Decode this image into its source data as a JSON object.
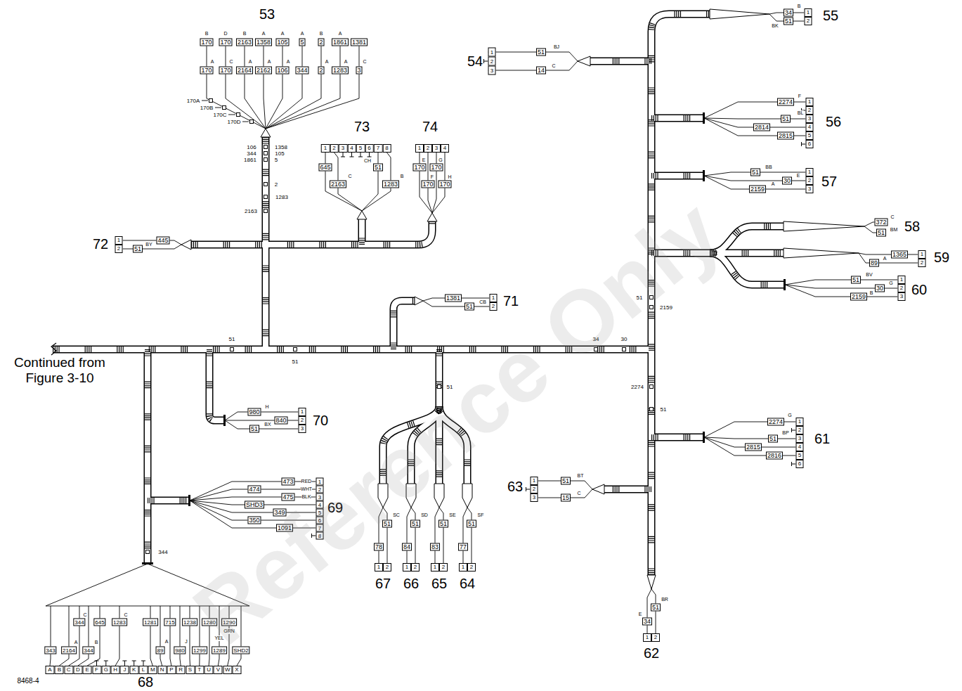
{
  "diagram": {
    "labels": [
      "53",
      "170",
      "170",
      "2163",
      "1358",
      "105",
      "5",
      "2",
      "1861",
      "1381",
      "B",
      "D",
      "B",
      "A",
      "A",
      "A",
      "B",
      "A",
      "170",
      "170",
      "2164",
      "2162",
      "106",
      "344",
      "2",
      "1283",
      "3",
      "A",
      "C",
      "A",
      "A",
      "A",
      "A",
      "A",
      "C",
      "170A",
      "170B",
      "170C",
      "170D",
      "106",
      "1358",
      "344",
      "105",
      "1861",
      "5",
      "2",
      "1283",
      "2163",
      "73",
      "1",
      "2",
      "3",
      "4",
      "5",
      "6",
      "7",
      "8",
      "645",
      "2163",
      "51",
      "1283",
      "C",
      "CH",
      "B",
      "74",
      "1",
      "2",
      "3",
      "4",
      "170",
      "170",
      "170",
      "170",
      "E",
      "G",
      "F",
      "H",
      "72",
      "1",
      "2",
      "445",
      "51",
      "BY",
      "70",
      "1",
      "2",
      "3",
      "980",
      "840",
      "51",
      "H",
      "BX",
      "71",
      "1",
      "2",
      "1381",
      "51",
      "CB",
      "69",
      "1",
      "2",
      "3",
      "4",
      "5",
      "6",
      "7",
      "8",
      "473",
      "474",
      "475",
      "SHD3",
      "349",
      "350",
      "1091",
      "RED",
      "WHT",
      "BLK",
      "51",
      "SC",
      "78",
      "1",
      "2",
      "67",
      "51",
      "SD",
      "84",
      "1",
      "2",
      "66",
      "51",
      "SE",
      "83",
      "1",
      "2",
      "65",
      "51",
      "SF",
      "77",
      "1",
      "2",
      "64",
      "51",
      "51",
      "51",
      "34",
      "30",
      "54",
      "1",
      "2",
      "3",
      "51",
      "14",
      "BJ",
      "C",
      "55",
      "1",
      "2",
      "34",
      "51",
      "B",
      "BK",
      "56",
      "1",
      "2",
      "3",
      "4",
      "5",
      "6",
      "2274",
      "51",
      "2814",
      "2815",
      "F",
      "BL",
      "57",
      "1",
      "2",
      "3",
      "51",
      "30",
      "2159",
      "BB",
      "E",
      "A",
      "58",
      "372",
      "51",
      "C",
      "BM",
      "59",
      "1",
      "2",
      "1365",
      "89",
      "A",
      "60",
      "1",
      "2",
      "3",
      "51",
      "30",
      "2159",
      "BV",
      "G",
      "B",
      "51",
      "2159",
      "2274",
      "51",
      "61",
      "1",
      "2",
      "3",
      "4",
      "5",
      "6",
      "2274",
      "51",
      "2815",
      "2816",
      "G",
      "BP",
      "63",
      "1",
      "2",
      "3",
      "51",
      "15",
      "BT",
      "C",
      "62",
      "1",
      "2",
      "51",
      "34",
      "BR",
      "E",
      "68",
      "A",
      "B",
      "C",
      "D",
      "E",
      "F",
      "G",
      "H",
      "J",
      "K",
      "L",
      "M",
      "N",
      "P",
      "R",
      "S",
      "T",
      "U",
      "V",
      "W",
      "X",
      "343",
      "2164",
      "344",
      "344",
      "645",
      "1283",
      "A",
      "B",
      "C",
      "C",
      "1281",
      "715",
      "1238",
      "1280",
      "1290",
      "89",
      "980",
      "1299",
      "1289",
      "SHD2",
      "A",
      "J",
      "YEL",
      "GRN",
      "344",
      "Continued from Figure 3-10",
      "8468-4",
      "Reference Only"
    ]
  }
}
